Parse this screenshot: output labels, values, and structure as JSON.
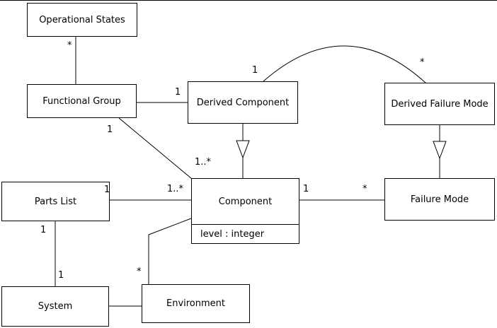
{
  "diagram_type": "uml-class-diagram",
  "colors": {
    "line": "#000000",
    "background": "#ffffff"
  },
  "classes": {
    "operational_states": {
      "name": "Operational States"
    },
    "functional_group": {
      "name": "Functional Group"
    },
    "derived_component": {
      "name": "Derived Component"
    },
    "derived_failure_mode": {
      "name": "Derived Failure Mode"
    },
    "parts_list": {
      "name": "Parts List"
    },
    "component": {
      "name": "Component",
      "attributes": [
        "level : integer"
      ]
    },
    "failure_mode": {
      "name": "Failure Mode"
    },
    "system": {
      "name": "System"
    },
    "environment": {
      "name": "Environment"
    }
  },
  "multiplicities": {
    "operational_states_functional_group": "*",
    "functional_group_derived_component": "1",
    "derived_component_arc": "1",
    "derived_failure_mode_arc": "*",
    "functional_group_component_source": "1",
    "functional_group_component_target": "1..*",
    "parts_list_component_source": "1",
    "parts_list_component_target": "1..*",
    "component_failure_mode_source": "1",
    "component_failure_mode_target": "*",
    "parts_list_system_source": "1",
    "parts_list_system_target": "1",
    "component_environment_target": "*"
  }
}
